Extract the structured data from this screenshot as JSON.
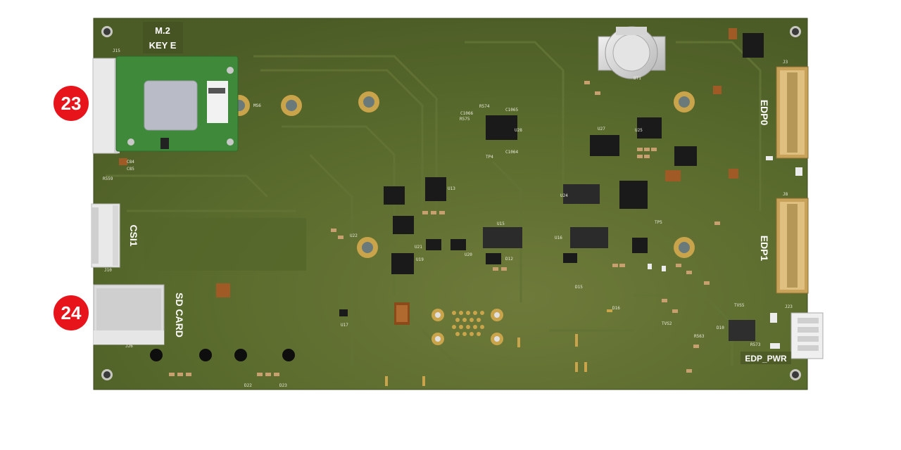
{
  "labels": {
    "m2": [
      "M.2",
      "KEY E"
    ],
    "csi": "CSI1",
    "sd_card": "SD CARD",
    "edp0": "EDP0",
    "edp1": "EDP1",
    "edp_pwr": "EDP_PWR"
  },
  "callouts": [
    {
      "id": "23",
      "color": "#e8141b"
    },
    {
      "id": "24",
      "color": "#e8141b"
    }
  ],
  "colors": {
    "board": "#5a6a2c",
    "board_dark": "#4a5826",
    "pad_gold": "#c9a44a",
    "ic_black": "#1a1a1a",
    "module_green": "#3f8a3a",
    "connector_white": "#e9e9e9"
  },
  "silkscreen": [
    "J15",
    "J10",
    "J26",
    "J3",
    "J8",
    "J23",
    "U17",
    "U27",
    "U28",
    "U13",
    "U15",
    "U16",
    "U19",
    "U20",
    "U21",
    "U22",
    "U24",
    "U25",
    "D10",
    "D12",
    "D15",
    "D16",
    "D22",
    "D23",
    "BT1",
    "MS6",
    "TP4",
    "TP5",
    "TVS2",
    "TVS5",
    "C84",
    "C85",
    "R559",
    "R563",
    "R573",
    "C1064",
    "C1065",
    "R574",
    "R575",
    "C1066"
  ]
}
